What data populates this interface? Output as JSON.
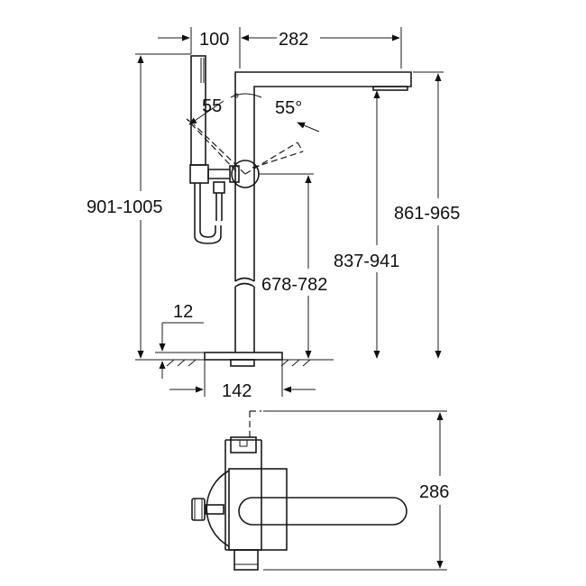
{
  "dimensions": {
    "top_width_handshower": "100",
    "top_width_spout": "282",
    "angle_left": "55",
    "angle_right": "55°",
    "height_total_left": "901-1005",
    "height_right_outer": "861-965",
    "height_right_inner": "837-941",
    "height_middle": "678-782",
    "floor_offset": "12",
    "base_width": "142",
    "plan_depth": "286"
  },
  "colors": {
    "line": "#1a1a1a",
    "background": "#ffffff"
  }
}
